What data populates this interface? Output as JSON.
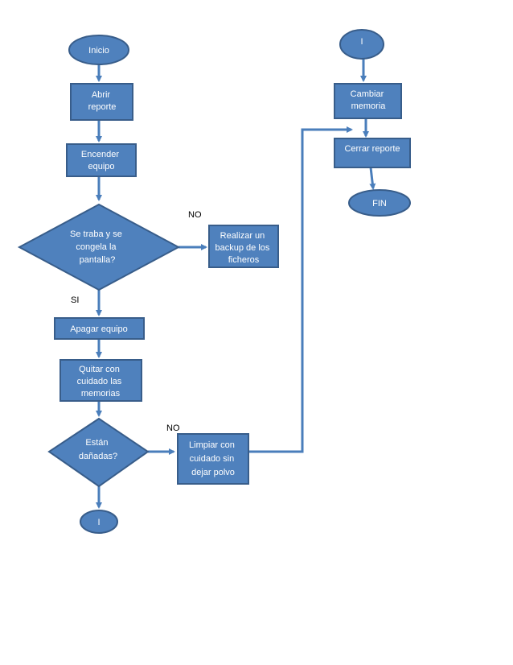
{
  "nodes": {
    "inicio": {
      "lines": [
        "Inicio"
      ]
    },
    "abrir": {
      "lines": [
        "Abrir",
        "reporte"
      ]
    },
    "encender": {
      "lines": [
        "Encender",
        "equipo"
      ]
    },
    "traba": {
      "lines": [
        "Se traba y se",
        "congela la",
        "pantalla?"
      ]
    },
    "backup": {
      "lines": [
        "Realizar un",
        "backup de los",
        "ficheros"
      ]
    },
    "apagar": {
      "lines": [
        "Apagar equipo"
      ]
    },
    "quitar": {
      "lines": [
        "Quitar con",
        "cuidado las",
        "memorias"
      ]
    },
    "danadas": {
      "lines": [
        "Están",
        "dañadas?"
      ]
    },
    "limpiar": {
      "lines": [
        "Limpiar con",
        "cuidado sin",
        "dejar polvo"
      ]
    },
    "connector_bottom": {
      "lines": [
        "I"
      ]
    },
    "connector_top": {
      "lines": [
        "I"
      ]
    },
    "cambiar": {
      "lines": [
        "Cambiar",
        "memoria"
      ]
    },
    "cerrar": {
      "lines": [
        "Cerrar reporte"
      ]
    },
    "fin": {
      "lines": [
        "FIN"
      ]
    }
  },
  "labels": {
    "no_1": "NO",
    "si": "SI",
    "no_2": "NO"
  }
}
